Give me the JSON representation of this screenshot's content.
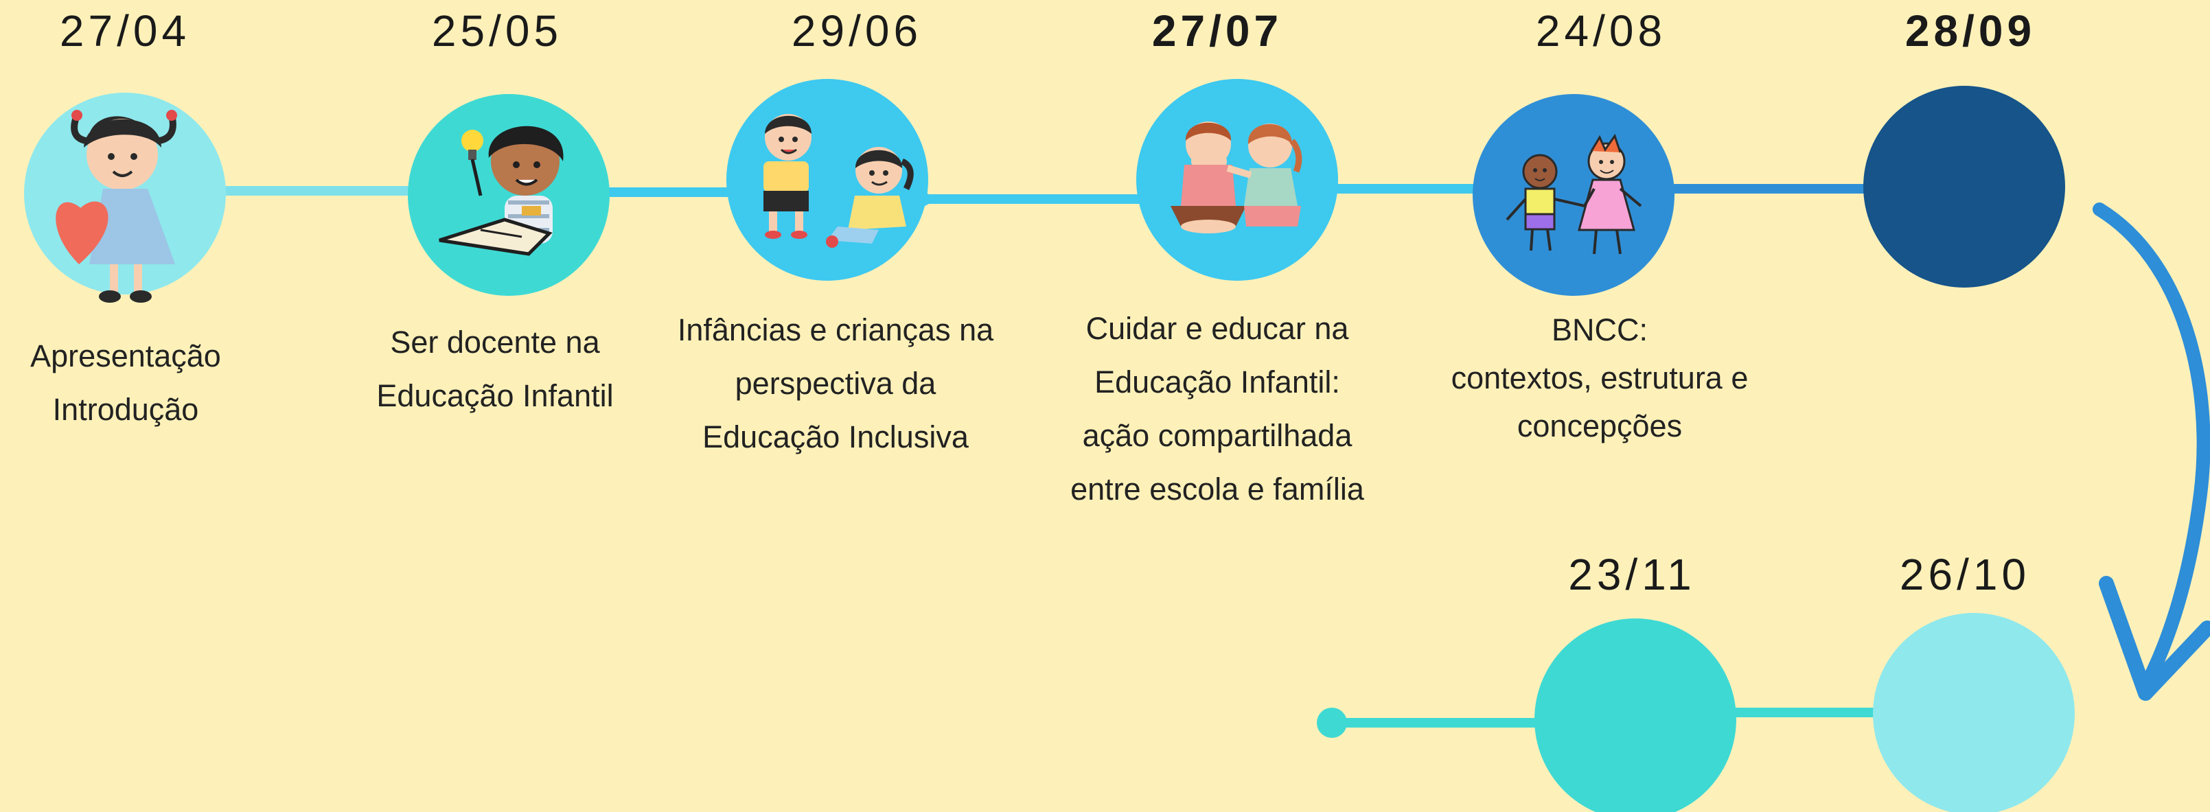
{
  "timeline_top": [
    {
      "date": "27/04",
      "bold": false,
      "color": "#8fe8ec",
      "icon": "girl-hugging-heart",
      "lines": [
        "Apresentação",
        "Introdução"
      ]
    },
    {
      "date": "25/05",
      "bold": false,
      "color": "#3fd9d4",
      "icon": "child-reading-book-lightbulb",
      "lines": [
        "Ser docente na",
        "Educação Infantil"
      ]
    },
    {
      "date": "29/06",
      "bold": false,
      "color": "#3ec9ef",
      "icon": "two-children-playing",
      "lines": [
        "Infâncias e crianças na",
        "perspectiva da",
        "Educação Inclusiva"
      ]
    },
    {
      "date": "27/07",
      "bold": true,
      "color": "#3ec9ef",
      "icon": "children-comforting",
      "lines": [
        "Cuidar e educar na",
        "Educação Infantil:",
        "ação compartilhada",
        "entre escola e família"
      ]
    },
    {
      "date": "24/08",
      "bold": false,
      "color": "#2f8fd6",
      "icon": "children-holding-hands",
      "lines": [
        "BNCC:",
        "contextos, estrutura e",
        "concepções"
      ]
    },
    {
      "date": "28/09",
      "bold": true,
      "color": "#16548a",
      "icon": "",
      "lines": []
    }
  ],
  "timeline_bottom": [
    {
      "date": "23/11",
      "bold": false,
      "color": "#3fd9d4"
    },
    {
      "date": "26/10",
      "bold": false,
      "color": "#8fe8ec"
    }
  ],
  "colors": {
    "background": "#fdf1b9",
    "line_light": "#7fe0ea",
    "line_mid": "#3ec9ef",
    "line_blue": "#2f8fd6",
    "arrow": "#2e8ed8"
  }
}
